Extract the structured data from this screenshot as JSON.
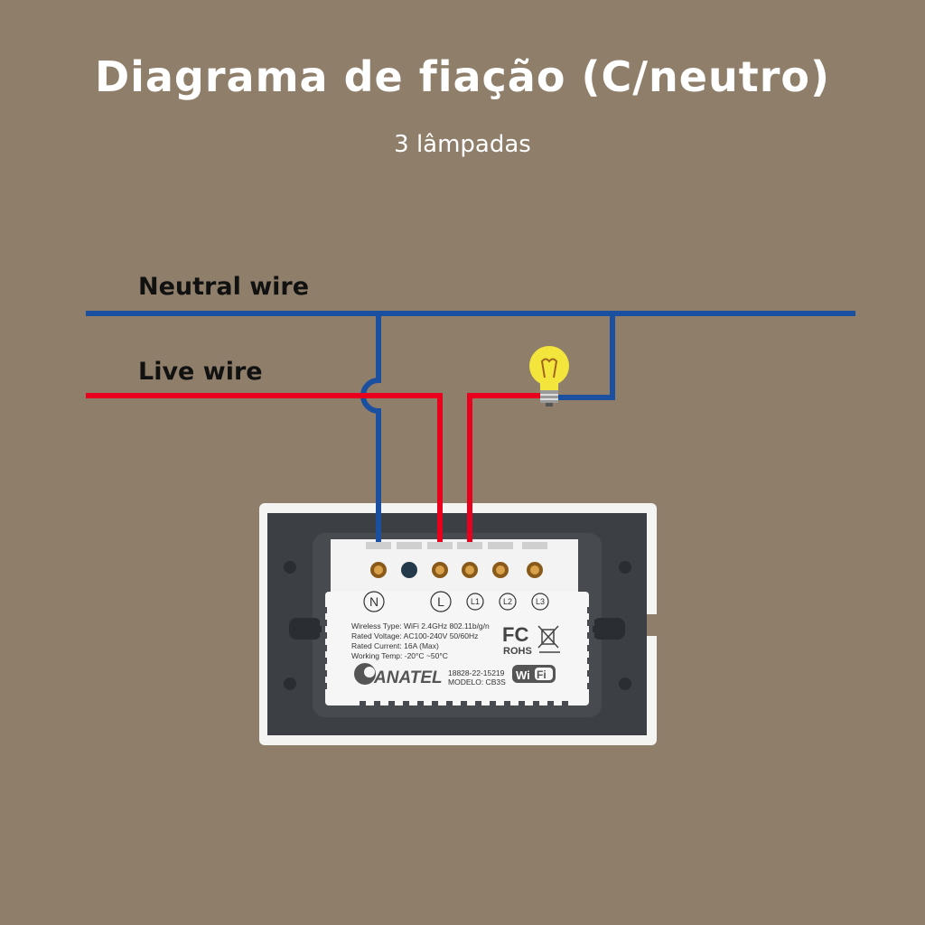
{
  "title": "Diagrama de fiação (C/neutro)",
  "subtitle": "3 lâmpadas",
  "labels": {
    "neutral": "Neutral wire",
    "live": "Live wire"
  },
  "colors": {
    "background": "#8e7e6a",
    "neutral": "#1b4fa0",
    "live": "#e8001c",
    "bulb": "#f3e53c"
  },
  "device": {
    "terminals": [
      "N",
      "L",
      "L1",
      "L2",
      "L3"
    ],
    "specs": [
      "Wireless Type: WiFi 2.4GHz 802.11b/g/n",
      "Rated Voltage: AC100-240V 50/60Hz",
      "Rated Current: 16A (Max)",
      "Working Temp: -20°C ~50°C"
    ],
    "fc": "FC",
    "rohs": "ROHS",
    "anatel": "ANATEL",
    "cert_number": "18828-22-15219",
    "model": "MODELO: CB3S",
    "wifi_wi": "Wi",
    "wifi_fi": "Fi"
  }
}
